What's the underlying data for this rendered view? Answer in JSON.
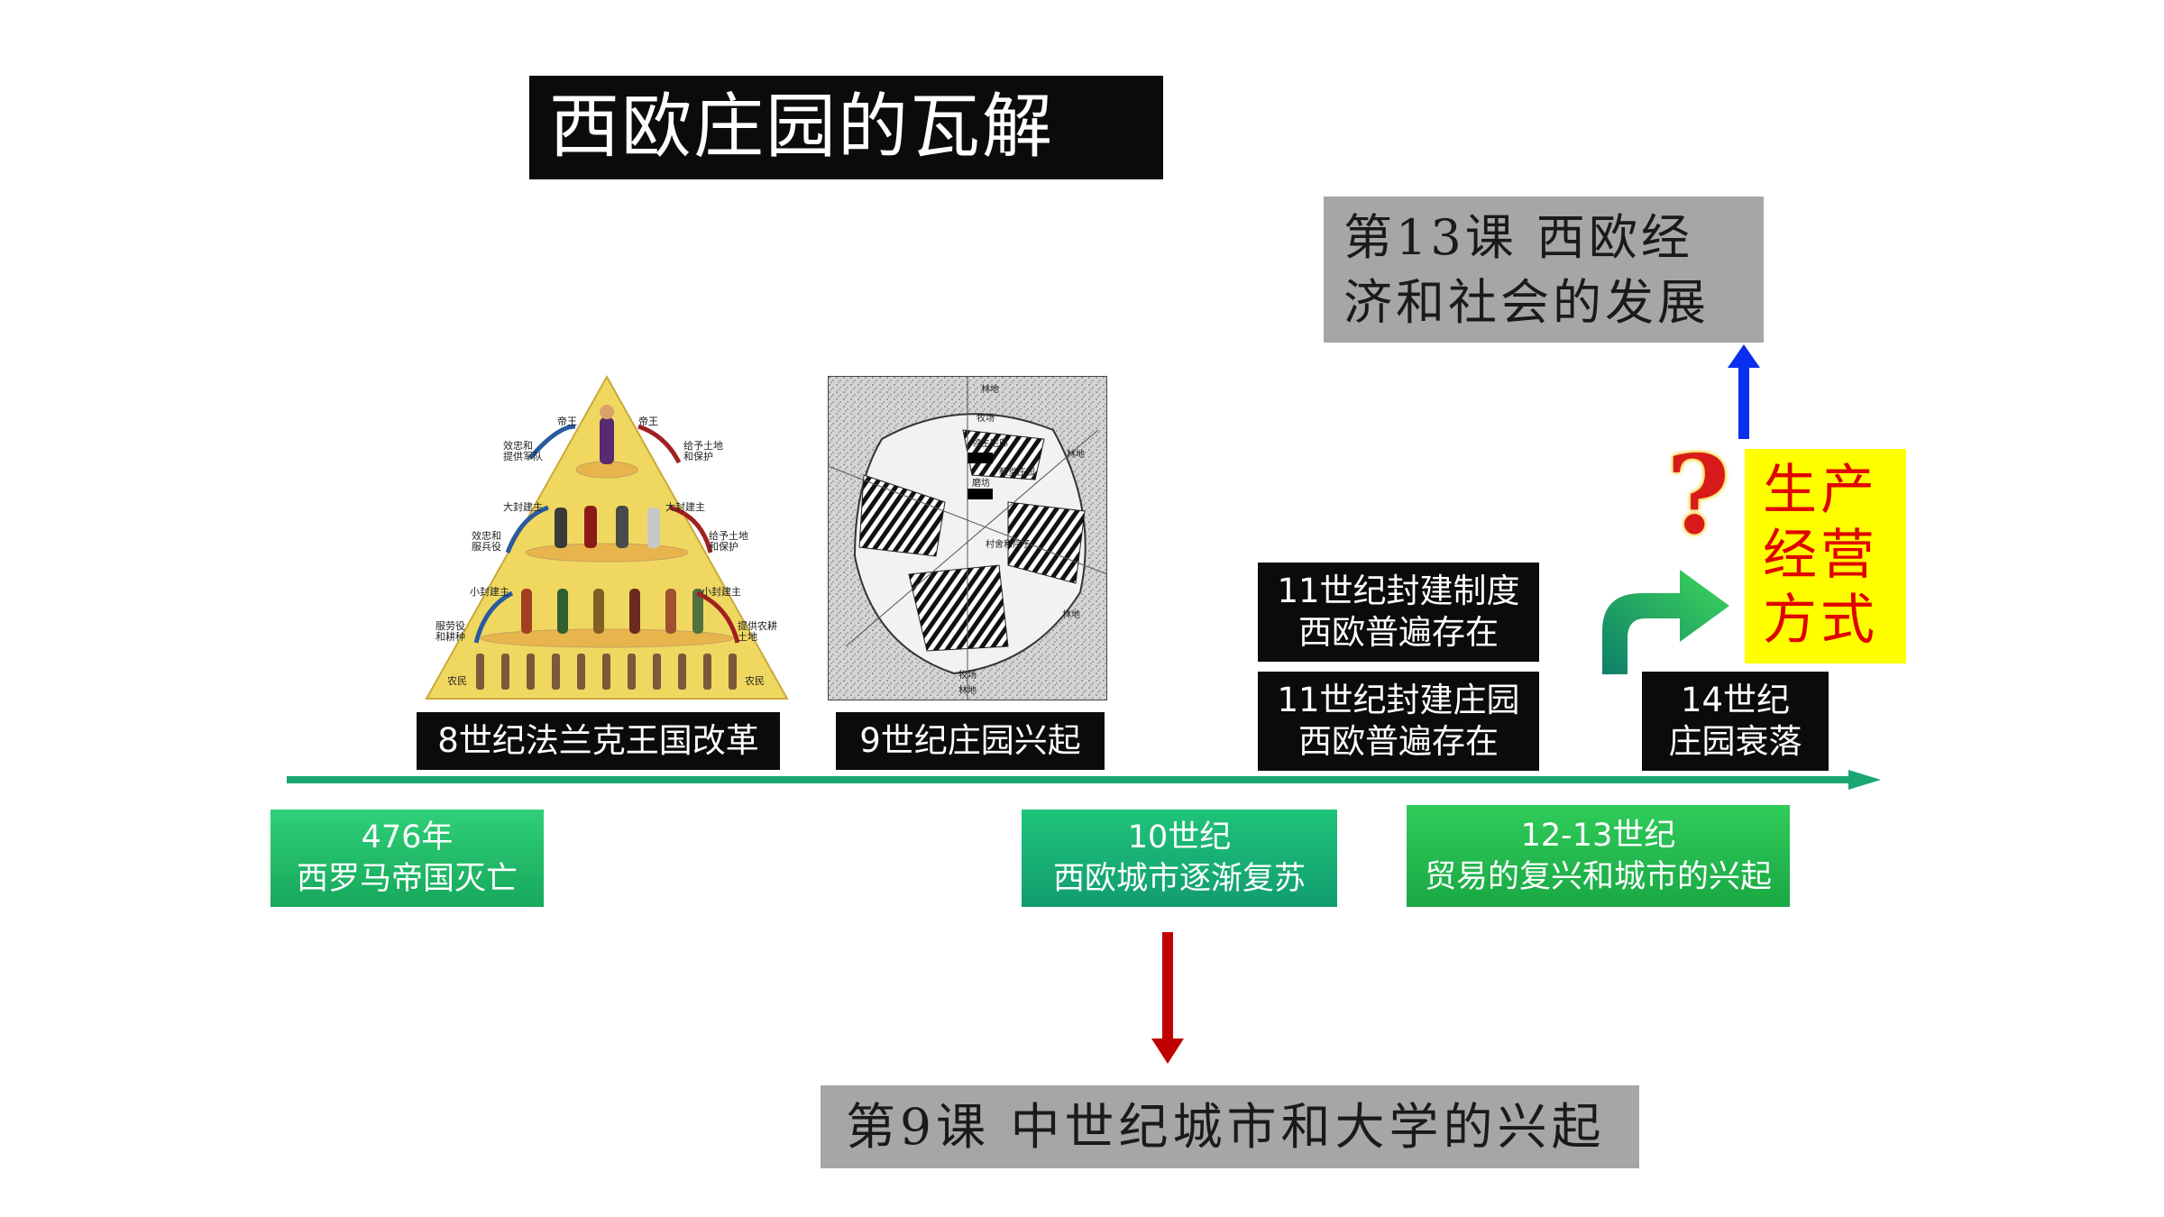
{
  "title": "西欧庄园的瓦解",
  "lesson_top": {
    "line1": "第13课  西欧经",
    "line2": "济和社会的发展"
  },
  "lesson_bottom": "第9课  中世纪城市和大学的兴起",
  "events_above": [
    {
      "line1": "8世纪法兰克王国改革"
    },
    {
      "line1": "9世纪庄园兴起"
    },
    {
      "line1": "11世纪封建制度",
      "line2": "西欧普遍存在"
    },
    {
      "line1": "11世纪封建庄园",
      "line2": "西欧普遍存在"
    },
    {
      "line1": "14世纪",
      "line2": "庄园衰落"
    }
  ],
  "events_below": [
    {
      "line1": "476年",
      "line2": "西罗马帝国灭亡"
    },
    {
      "line1": "10世纪",
      "line2": "西欧城市逐渐复苏"
    },
    {
      "line1": "12-13世纪",
      "line2": "贸易的复兴和城市的兴起"
    }
  ],
  "method": {
    "line1": "生产",
    "line2": "经营",
    "line3": "方式"
  },
  "question_mark": "?",
  "pyramid": {
    "left_labels": [
      "效忠和\n提供军队",
      "效忠和\n服兵役",
      "服劳役\n和耕种"
    ],
    "right_labels": [
      "给予土地\n和保护",
      "给予土地\n和保护",
      "提供农耕\n土地"
    ],
    "tiers_left": [
      "帝王",
      "大封建主",
      "小封建主",
      "农民"
    ],
    "tiers_right": [
      "帝王",
      "大封建主",
      "小封建主",
      "农民"
    ]
  },
  "manor_map": {
    "labels": [
      "林地",
      "牧场",
      "领主宅邸",
      "教堂庄园",
      "磨坊",
      "村舍和院子",
      "林地",
      "牧场",
      "林地",
      "林地"
    ]
  },
  "colors": {
    "timeline": "#1aa870",
    "arrow_up": "#0a2ff0",
    "arrow_down": "#c00000",
    "curved_arrow_start": "#0e7f6a",
    "curved_arrow_end": "#3ed85a"
  }
}
